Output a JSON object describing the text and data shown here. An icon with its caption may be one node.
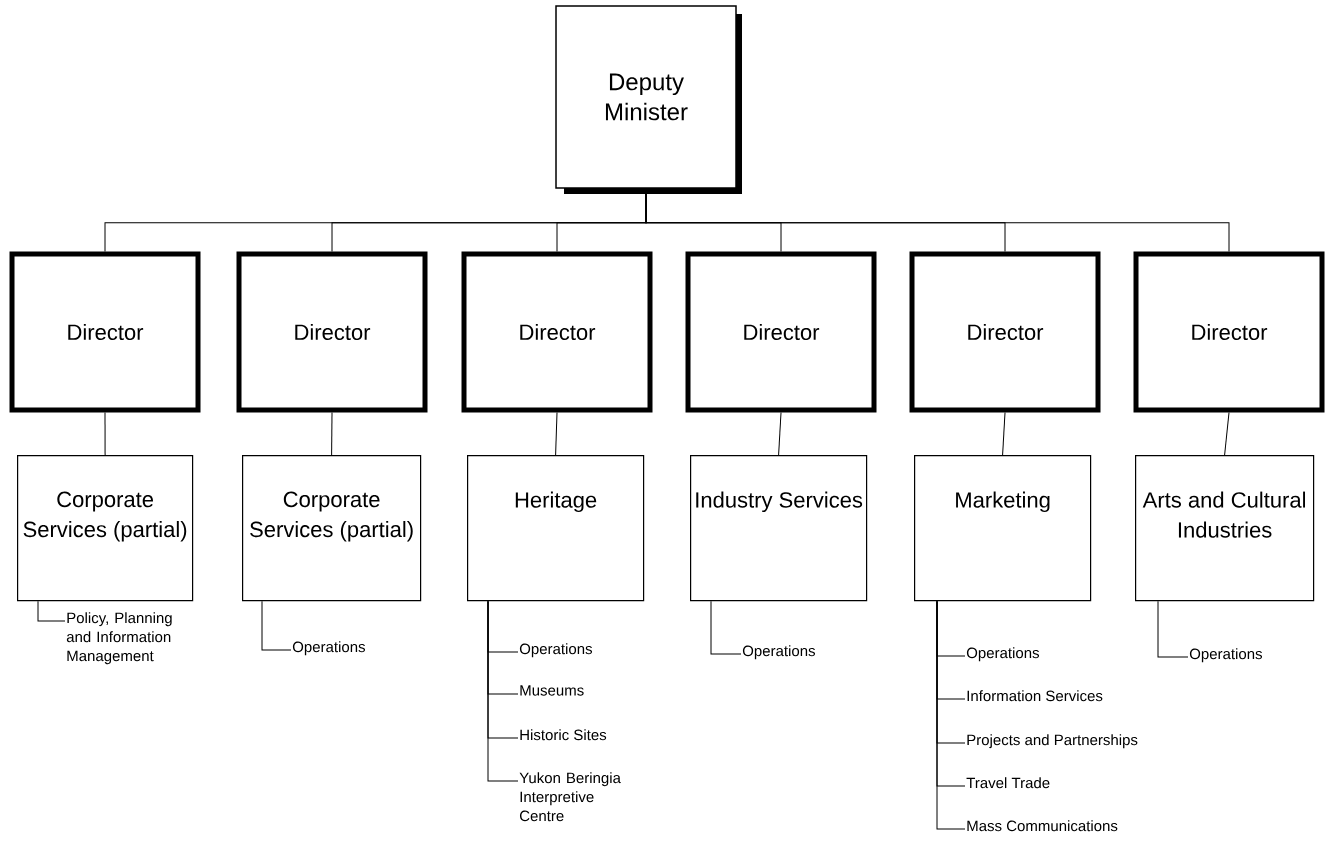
{
  "diagram": {
    "nodes": [
      {
        "text": [
          "Deputy Minister"
        ]
      },
      {
        "text": [
          "Director"
        ]
      },
      {
        "text": [
          "Director"
        ]
      },
      {
        "text": [
          "Director"
        ]
      },
      {
        "text": [
          "Director"
        ]
      },
      {
        "text": [
          "Director"
        ]
      },
      {
        "text": [
          "Director"
        ]
      },
      {
        "text": [
          "Corporate Services (partial)"
        ]
      },
      {
        "text": [
          "Corporate Services (partial)"
        ]
      },
      {
        "text": [
          "Heritage"
        ]
      },
      {
        "text": [
          "Industry Services"
        ]
      },
      {
        "text": [
          "Marketing"
        ]
      },
      {
        "text": [
          "Arts and Cultural Industries"
        ]
      },
      {
        "text": [
          "Policy, Planning and Information Management"
        ]
      },
      {
        "text": [
          "Operations"
        ]
      },
      {
        "text": [
          "Operations"
        ]
      },
      {
        "text": [
          "Museums"
        ]
      },
      {
        "text": [
          "Historic Sites"
        ]
      },
      {
        "text": [
          "Yukon Beringia Interpretive Centre"
        ]
      },
      {
        "text": [
          "Operations"
        ]
      },
      {
        "text": [
          "Operations"
        ]
      },
      {
        "text": [
          "Information Services"
        ]
      },
      {
        "text": [
          "Projects and Partnerships"
        ]
      },
      {
        "text": [
          "Travel Trade"
        ]
      },
      {
        "text": [
          "Mass Communications"
        ]
      },
      {
        "text": [
          "Operations"
        ]
      }
    ],
    "edges": [
      {
        "from": 0,
        "to": 1,
        "arrow": "none"
      },
      {
        "from": 0,
        "to": 2,
        "arrow": "none"
      },
      {
        "from": 0,
        "to": 3,
        "arrow": "none"
      },
      {
        "from": 0,
        "to": 4,
        "arrow": "none"
      },
      {
        "from": 0,
        "to": 5,
        "arrow": "none"
      },
      {
        "from": 0,
        "to": 6,
        "arrow": "none"
      },
      {
        "from": 1,
        "to": 7,
        "arrow": "none"
      },
      {
        "from": 2,
        "to": 8,
        "arrow": "none"
      },
      {
        "from": 3,
        "to": 9,
        "arrow": "none"
      },
      {
        "from": 4,
        "to": 10,
        "arrow": "none"
      },
      {
        "from": 5,
        "to": 11,
        "arrow": "none"
      },
      {
        "from": 6,
        "to": 12,
        "arrow": "none"
      },
      {
        "from": 7,
        "to": 13,
        "arrow": "none"
      },
      {
        "from": 8,
        "to": 14,
        "arrow": "none"
      },
      {
        "from": 9,
        "to": 15,
        "arrow": "none"
      },
      {
        "from": 9,
        "to": 16,
        "arrow": "none"
      },
      {
        "from": 9,
        "to": 17,
        "arrow": "none"
      },
      {
        "from": 9,
        "to": 18,
        "arrow": "none"
      },
      {
        "from": 10,
        "to": 19,
        "arrow": "none"
      },
      {
        "from": 11,
        "to": 20,
        "arrow": "none"
      },
      {
        "from": 11,
        "to": 21,
        "arrow": "none"
      },
      {
        "from": 11,
        "to": 22,
        "arrow": "none"
      },
      {
        "from": 11,
        "to": 23,
        "arrow": "none"
      },
      {
        "from": 11,
        "to": 24,
        "arrow": "none"
      },
      {
        "from": 12,
        "to": 25,
        "arrow": "none"
      }
    ]
  }
}
